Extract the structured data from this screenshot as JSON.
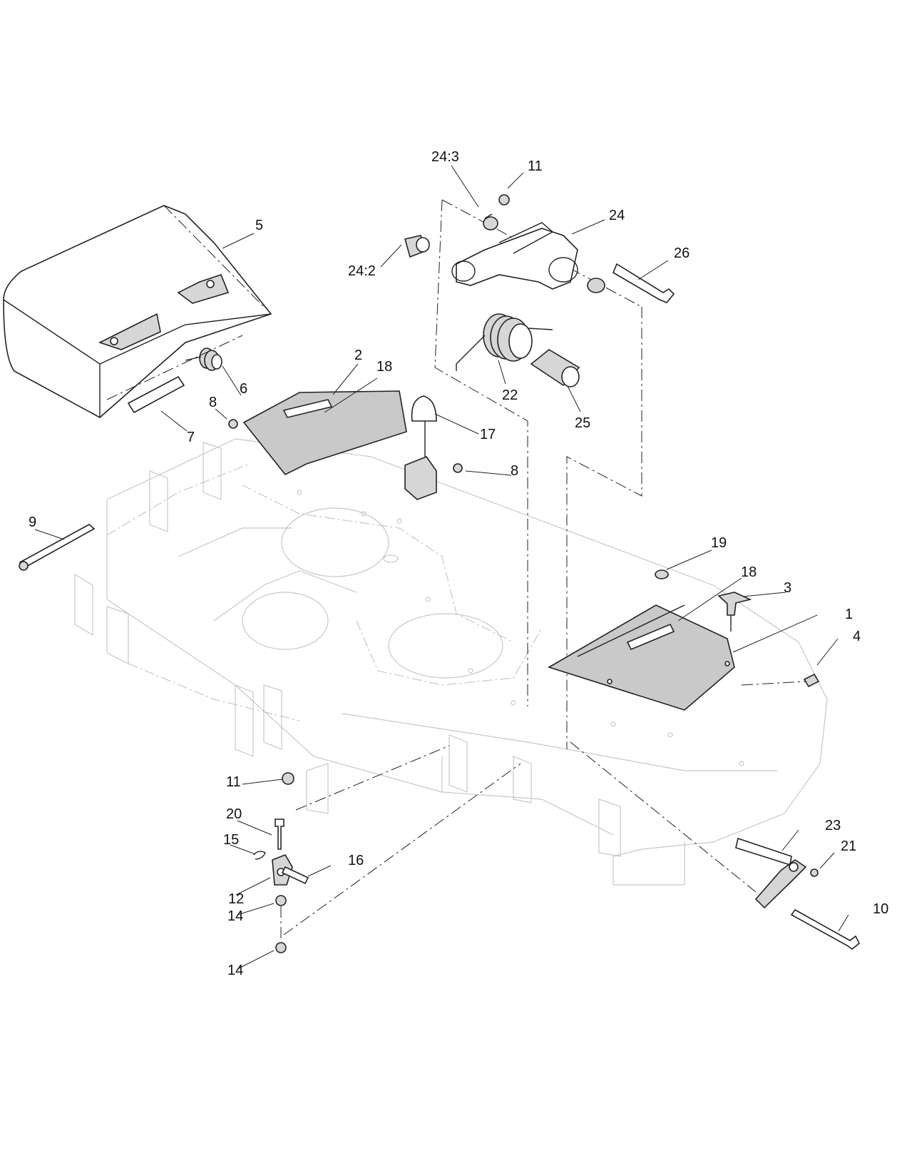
{
  "callouts": {
    "c_24_3": "24:3",
    "c_11_top": "11",
    "c_24": "24",
    "c_5": "5",
    "c_26": "26",
    "c_24_2": "24:2",
    "c_2": "2",
    "c_18_top": "18",
    "c_6": "6",
    "c_22": "22",
    "c_25": "25",
    "c_8_left": "8",
    "c_7": "7",
    "c_17": "17",
    "c_8_right": "8",
    "c_9": "9",
    "c_19": "19",
    "c_18_right": "18",
    "c_3": "3",
    "c_1": "1",
    "c_4": "4",
    "c_11_bottom": "11",
    "c_20": "20",
    "c_23": "23",
    "c_15": "15",
    "c_16": "16",
    "c_21": "21",
    "c_12": "12",
    "c_10": "10",
    "c_14_a": "14",
    "c_14_b": "14"
  }
}
